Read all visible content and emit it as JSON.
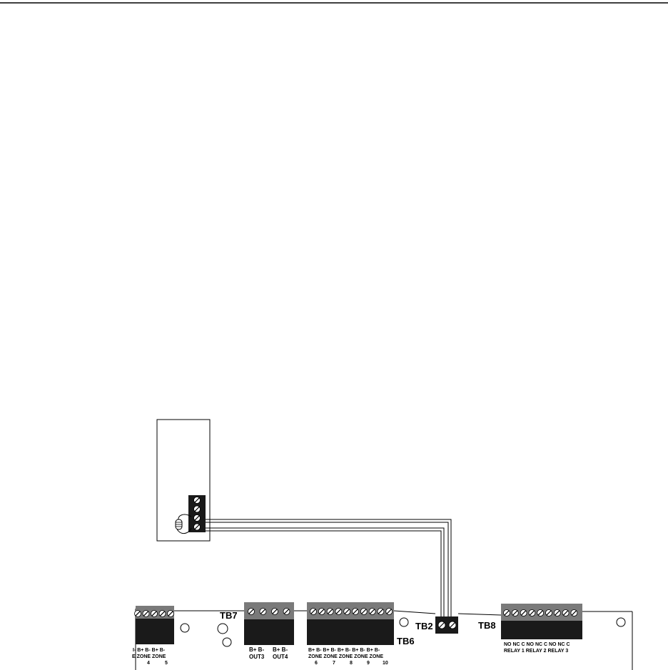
{
  "tb7": {
    "label": "TB7",
    "row1": "B+  B-",
    "row2a": "OUT3",
    "row2b": "OUT4"
  },
  "tb6": {
    "label": "TB6",
    "row1": "B+ B-  B+ B-  B+ B-  B+ B-  B+ B-",
    "row2": "ZONE ZONE ZONE ZONE ZONE",
    "nums": [
      "6",
      "7",
      "8",
      "9",
      "10"
    ]
  },
  "tb2": {
    "label": "TB2"
  },
  "tb8": {
    "label": "TB8",
    "row1": "NO NC C NO NC C NO NC C",
    "row2": "RELAY 1  RELAY 2  RELAY 3"
  },
  "left_block": {
    "row1": "I-  B+ B-  B+ B-",
    "row2": "E ZONE ZONE",
    "nums": [
      "4",
      "5"
    ]
  },
  "colors": {
    "line": "#000000",
    "terminal_body": "#1a1a1a",
    "terminal_top": "#7a7a7a",
    "background": "#ffffff"
  }
}
